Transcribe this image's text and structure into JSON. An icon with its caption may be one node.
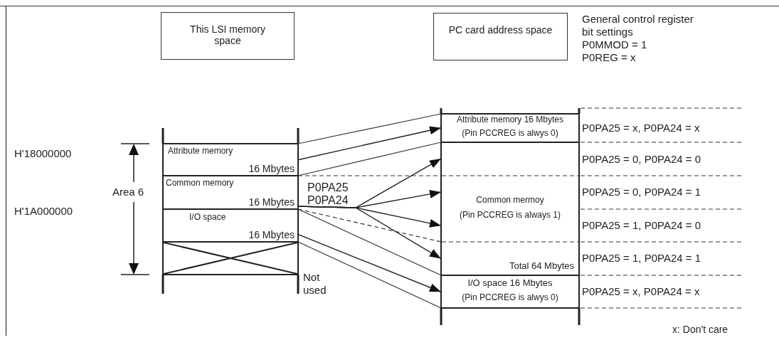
{
  "diagram": {
    "nodes": [
      {
        "text": [
          "This LSI memory space"
        ]
      },
      {
        "text": [
          "PC card address space"
        ]
      },
      {
        "text": [
          "Attribute memory",
          "16 Mbytes"
        ]
      },
      {
        "text": [
          "Common memory",
          "16 Mbytes"
        ]
      },
      {
        "text": [
          "I/O space",
          "16 Mbytes"
        ]
      },
      {
        "text": [],
        "shape": "box",
        "beside": [
          "Not used"
        ]
      },
      {
        "text": [
          "Attribute memory 16 Mbytes",
          "(Pin PCCREG is alwys 0)"
        ]
      },
      {
        "text": [
          "Common mermoy",
          "(Pin PCCREG is always 1)",
          "Total 64 Mbytes"
        ]
      },
      {
        "text": [
          "I/O space 16 Mbytes",
          "(Pin PCCREG is alwys 0)"
        ]
      }
    ],
    "edges": [
      {
        "from": 2,
        "to": 6,
        "arrow": "to"
      },
      {
        "from": 3,
        "to": 7,
        "arrow": "to"
      },
      {
        "from": 3,
        "to": 7,
        "arrow": "to"
      },
      {
        "from": 3,
        "to": 7,
        "arrow": "to"
      },
      {
        "from": 3,
        "to": 7,
        "arrow": "to"
      },
      {
        "from": 4,
        "to": 8,
        "arrow": "to"
      }
    ],
    "labels": [
      "General control register bit settings",
      "P0MMOD = 1",
      "P0REG = x",
      "P0PA25 = x, P0PA24 = x",
      "H'18000000",
      "P0PA25 = 0, P0PA24 = 0",
      "P0PA25",
      "P0PA25 = 0, P0PA24 = 1",
      "Area 6",
      "P0PA24",
      "H'1A000000",
      "P0PA25 = 1, P0PA24 = 0",
      "P0PA25 = 1, P0PA24 = 1",
      "P0PA25 = x, P0PA24 = x",
      "x: Don't care"
    ]
  }
}
